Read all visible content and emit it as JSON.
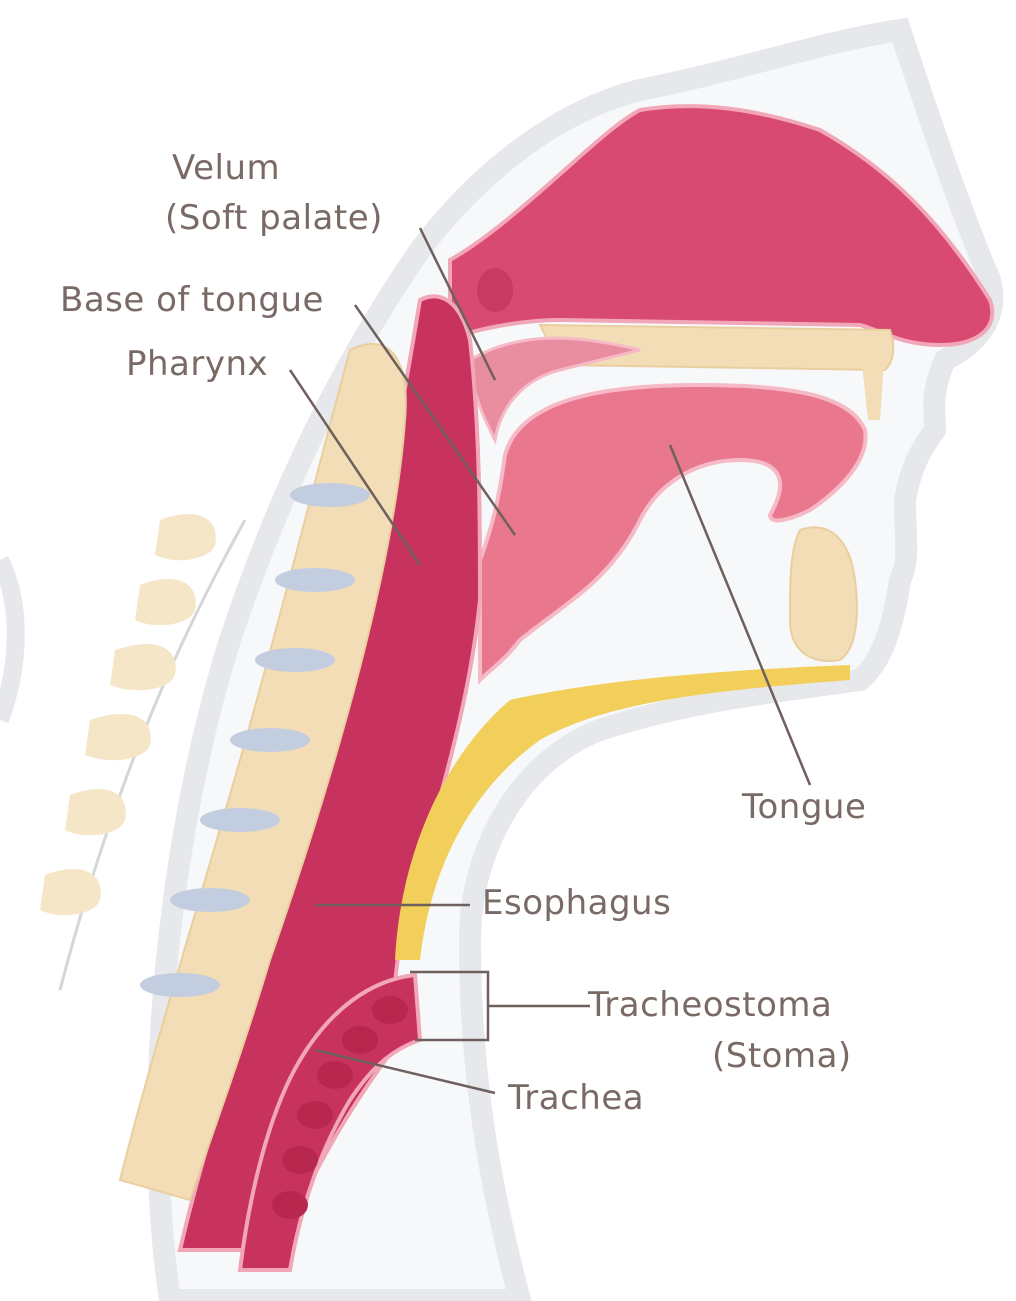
{
  "diagram": {
    "labels": {
      "velum_line1": "Velum",
      "velum_line2": "(Soft palate)",
      "base_of_tongue": "Base of tongue",
      "pharynx": "Pharynx",
      "tongue": "Tongue",
      "esophagus": "Esophagus",
      "tracheostoma_line1": "Tracheostoma",
      "tracheostoma_line2": "(Stoma)",
      "trachea": "Trachea"
    }
  },
  "colors": {
    "label_text": "#7a6a66",
    "leader_line": "#6e605c",
    "skin_outline": "#e6e8ec",
    "tissue_pink": "#d84a72",
    "tissue_dark": "#b8284e",
    "tongue_pink": "#e9788f",
    "bone": "#f3ddb6",
    "disc_blue": "#c3cde0",
    "fat_yellow": "#f2cf5a"
  }
}
